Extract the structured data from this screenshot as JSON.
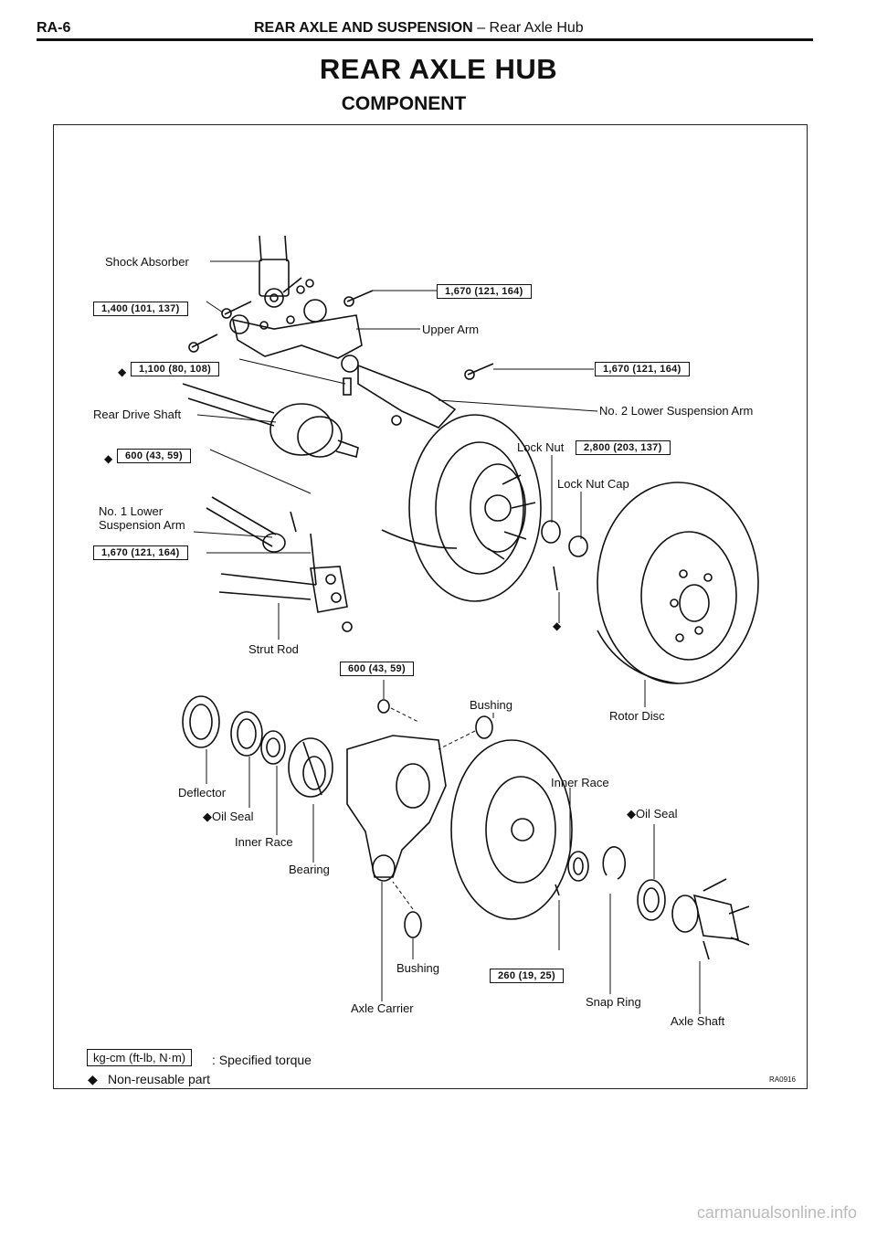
{
  "header": {
    "page_number": "RA-6",
    "chapter": "REAR AXLE AND SUSPENSION",
    "section": "– Rear Axle Hub"
  },
  "title": "REAR AXLE HUB",
  "subtitle": "COMPONENT",
  "labels": {
    "shock_absorber": "Shock Absorber",
    "upper_arm": "Upper Arm",
    "rear_drive_shaft": "Rear Drive Shaft",
    "no2_lower_arm": "No. 2 Lower Suspension Arm",
    "lock_nut": "Lock Nut",
    "lock_nut_cap": "Lock Nut Cap",
    "no1_lower_line1": "No. 1 Lower",
    "no1_lower_line2": "Suspension Arm",
    "strut_rod": "Strut Rod",
    "bushing_upper": "Bushing",
    "rotor_disc": "Rotor Disc",
    "deflector": "Deflector",
    "oil_seal_left": "Oil Seal",
    "inner_race_left": "Inner Race",
    "bearing": "Bearing",
    "inner_race_right": "Inner Race",
    "oil_seal_right": "Oil Seal",
    "bushing_lower": "Bushing",
    "axle_carrier": "Axle Carrier",
    "snap_ring": "Snap Ring",
    "axle_shaft": "Axle Shaft"
  },
  "torques": {
    "shock_lower": "1,400 (101, 137)",
    "upper_arm_bolt": "1,670 (121, 164)",
    "upper_arm_nut": "1,100 (80, 108)",
    "drive_shaft_nut": "600 (43, 59)",
    "no2_arm_bolt": "1,670 (121, 164)",
    "lock_nut": "2,800 (203, 137)",
    "no1_arm_bolt": "1,670 (121, 164)",
    "carrier_nut": "600 (43, 59)",
    "dust_cover_bolt": "260 (19, 25)"
  },
  "legend": {
    "unit_box": "kg-cm (ft-lb, N·m)",
    "unit_desc": ": Specified torque",
    "nonreusable_symbol": "◆",
    "nonreusable_desc": "Non-reusable part"
  },
  "symbols": {
    "diamond": "◆"
  },
  "figure_code": "RA0916",
  "watermark": "carmanualsonline.info"
}
